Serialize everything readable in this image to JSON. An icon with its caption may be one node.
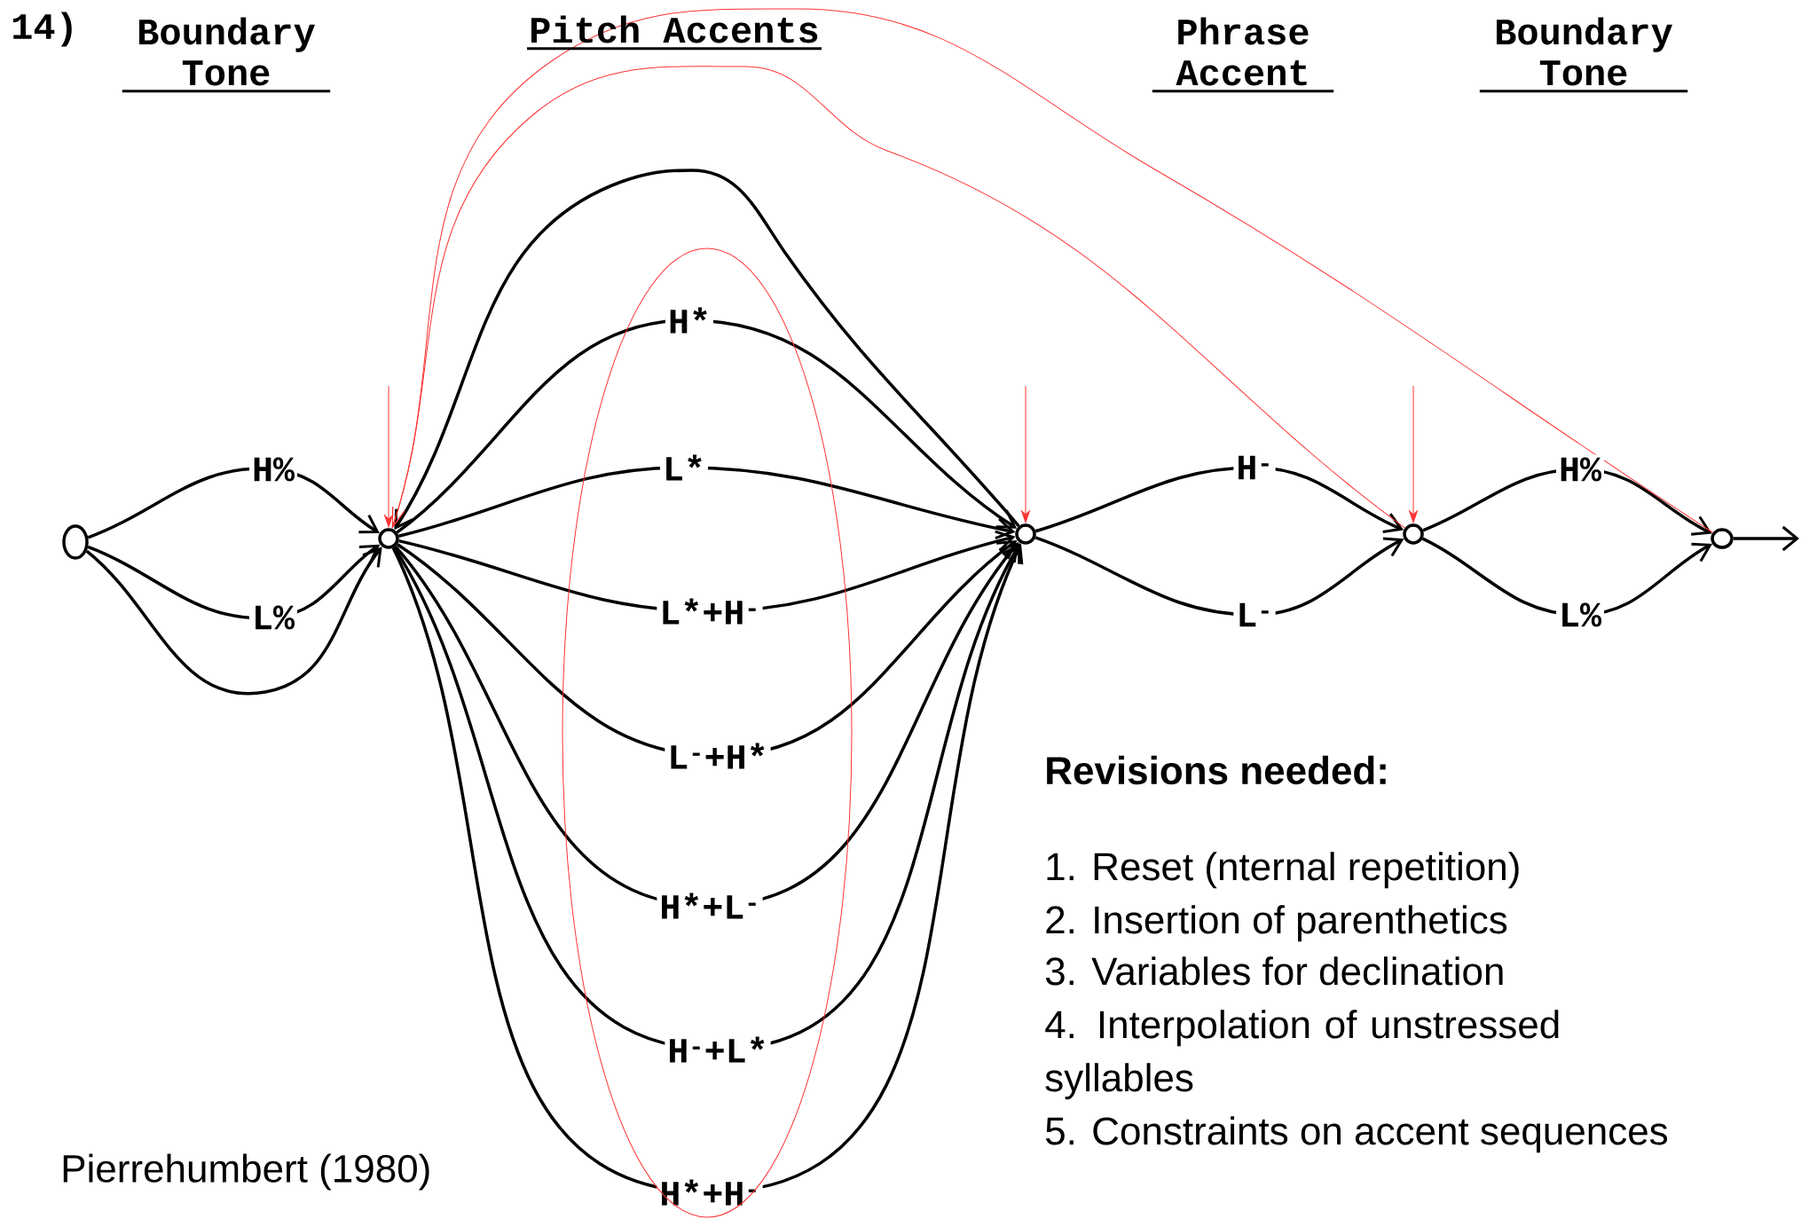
{
  "diagram": {
    "nodes": [
      {
        "text": [],
        "shape": "circle"
      },
      {
        "text": [],
        "shape": "circle"
      },
      {
        "text": [],
        "shape": "circle"
      },
      {
        "text": [],
        "shape": "circle"
      },
      {
        "text": [],
        "shape": "circle"
      }
    ],
    "edges": [
      {
        "from": 0,
        "to": 1,
        "arrow": "to",
        "label": "H%"
      },
      {
        "from": 0,
        "to": 1,
        "arrow": "to",
        "label": "L%"
      },
      {
        "from": 0,
        "to": 1,
        "arrow": "to"
      },
      {
        "from": 2,
        "to": 1,
        "arrow": "to"
      },
      {
        "from": 1,
        "to": 2,
        "arrow": "to",
        "label": "H*"
      },
      {
        "from": 1,
        "to": 2,
        "arrow": "to",
        "label": "L*"
      },
      {
        "from": 1,
        "to": 2,
        "arrow": "to",
        "label": "L*+H$^{-}$"
      },
      {
        "from": 1,
        "to": 2,
        "arrow": "to",
        "label": "L$^{-}$+H*"
      },
      {
        "from": 1,
        "to": 2,
        "arrow": "to",
        "label": "H*+L$^{-}$"
      },
      {
        "from": 1,
        "to": 2,
        "arrow": "to",
        "label": "H$^{-}$+L*"
      },
      {
        "from": 1,
        "to": 2,
        "arrow": "to",
        "label": "H*+H$^{-}$"
      },
      {
        "from": 2,
        "to": 3,
        "arrow": "to",
        "label": "H$^{-}$"
      },
      {
        "from": 2,
        "to": 3,
        "arrow": "to",
        "label": "L$^{-}$"
      },
      {
        "from": 3,
        "to": 4,
        "arrow": "to",
        "label": "H%"
      },
      {
        "from": 3,
        "to": 4,
        "arrow": "to",
        "label": "L%"
      },
      {
        "from": 4,
        "to": null,
        "arrow": "to"
      },
      {
        "from": 3,
        "to": 1,
        "arrow": "to",
        "color": "#ff3333"
      },
      {
        "from": 4,
        "to": 1,
        "arrow": "to",
        "color": "#ff3333"
      },
      {
        "from": null,
        "to": 1,
        "arrow": "to",
        "color": "#ff3333"
      },
      {
        "from": null,
        "to": 2,
        "arrow": "to",
        "color": "#ff3333"
      },
      {
        "from": null,
        "to": 3,
        "arrow": "to",
        "color": "#ff3333"
      }
    ],
    "labels": [
      "14)",
      "Boundary Tone",
      "Pitch Accents",
      "Phrase Accent",
      "Boundary Tone",
      "Revisions needed:",
      "1. Reset (nternal repetition)",
      "2. Insertion of parenthetics",
      "3. Variables for declination",
      "4. Interpolation of unstressed syllables",
      "5. Constraints on accent sequences",
      "Pierrehumbert (1980)"
    ]
  }
}
